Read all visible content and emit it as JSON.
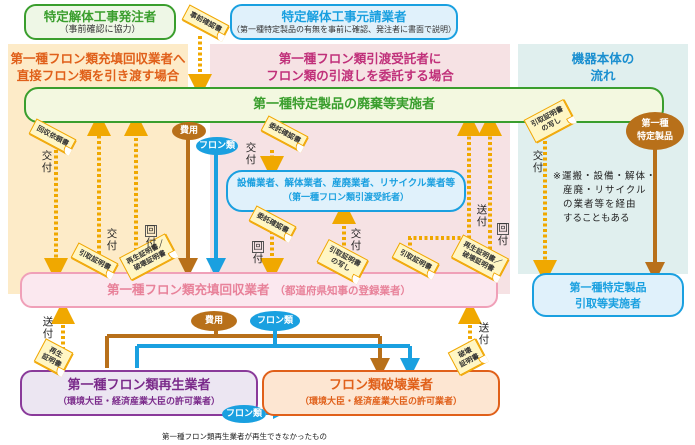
{
  "top": {
    "orderer": {
      "title": "特定解体工事発注者",
      "sub": "（事前確認に協力）"
    },
    "contractor": {
      "title": "特定解体工事元請業者",
      "sub": "（第一種特定製品の有無を事前に確認、発注者に書面で説明）"
    },
    "prior_doc_tag": "事前確認書"
  },
  "zones": {
    "direct": "第一種フロン類充填回収業者へ直接フロン類を引き渡す場合",
    "direct_lines": [
      "第一種フロン類充填回収業者へ",
      "直接フロン類を引き渡す場合"
    ],
    "entrust_lines": [
      "第一種フロン類引渡受託者に",
      "フロン類の引渡しを委託する場合"
    ],
    "equipment_lines": [
      "機器本体の",
      "流れ"
    ]
  },
  "boxes": {
    "discarder": "第一種特定製品の廃棄等実施者",
    "trustee": {
      "title": "設備業者、解体業者、産廃業者、リサイクル業者等",
      "sub": "（第一種フロン類引渡受託者）"
    },
    "collector": {
      "title": "第一種フロン類充填回収業者",
      "sub": "（都道府県知事の登録業者）"
    },
    "taker": {
      "lines": [
        "第一種特定製品",
        "引取等実施者"
      ]
    },
    "recycler": {
      "title": "第一種フロン類再生業者",
      "sub": "（環境大臣・経済産業大臣の許可業者）"
    },
    "destroyer": {
      "title": "フロン類破壊業者",
      "sub": "（環境大臣・経済産業大臣の許可業者）"
    }
  },
  "tags": {
    "collection_request": "回収依頼書",
    "receipt_cert": "引取証明書",
    "regen_destroy_cert": [
      "再生証明書／",
      "破壊証明書"
    ],
    "entrust_confirm_1": "委託確認書",
    "entrust_confirm_2": "委託確認書",
    "receipt_copy_1": [
      "引取証明書",
      "の写し"
    ],
    "receipt_cert_2": "引取証明書",
    "regen_destroy_cert_2": [
      "再生証明書／",
      "破壊証明書"
    ],
    "receipt_copy_2": [
      "引取証明書",
      "の写し"
    ],
    "regen_cert": [
      "再生",
      "証明書"
    ],
    "destroy_cert": [
      "破壊",
      "証明書"
    ]
  },
  "labels": {
    "deliver": [
      "交",
      "付"
    ],
    "return": [
      "回",
      "付"
    ],
    "send": [
      "送",
      "付"
    ]
  },
  "pills": {
    "cost": "費用",
    "freon": "フロン類",
    "product": [
      "第一種",
      "特定製品"
    ]
  },
  "note_lines": [
    "※運搬・設備・解体・",
    "産廃・リサイクル",
    "の業者等を経由",
    "することもある"
  ],
  "footnote": "第一種フロン類再生業者が再生できなかったもの",
  "colors": {
    "green": "#3a9e2d",
    "blue": "#1aa0e0",
    "orange_text": "#e0601a",
    "magenta": "#c0307a",
    "purple": "#7a2a8a",
    "brown": "#b8701a",
    "dotted": "#f0a800",
    "pink_text": "#e8829a"
  }
}
